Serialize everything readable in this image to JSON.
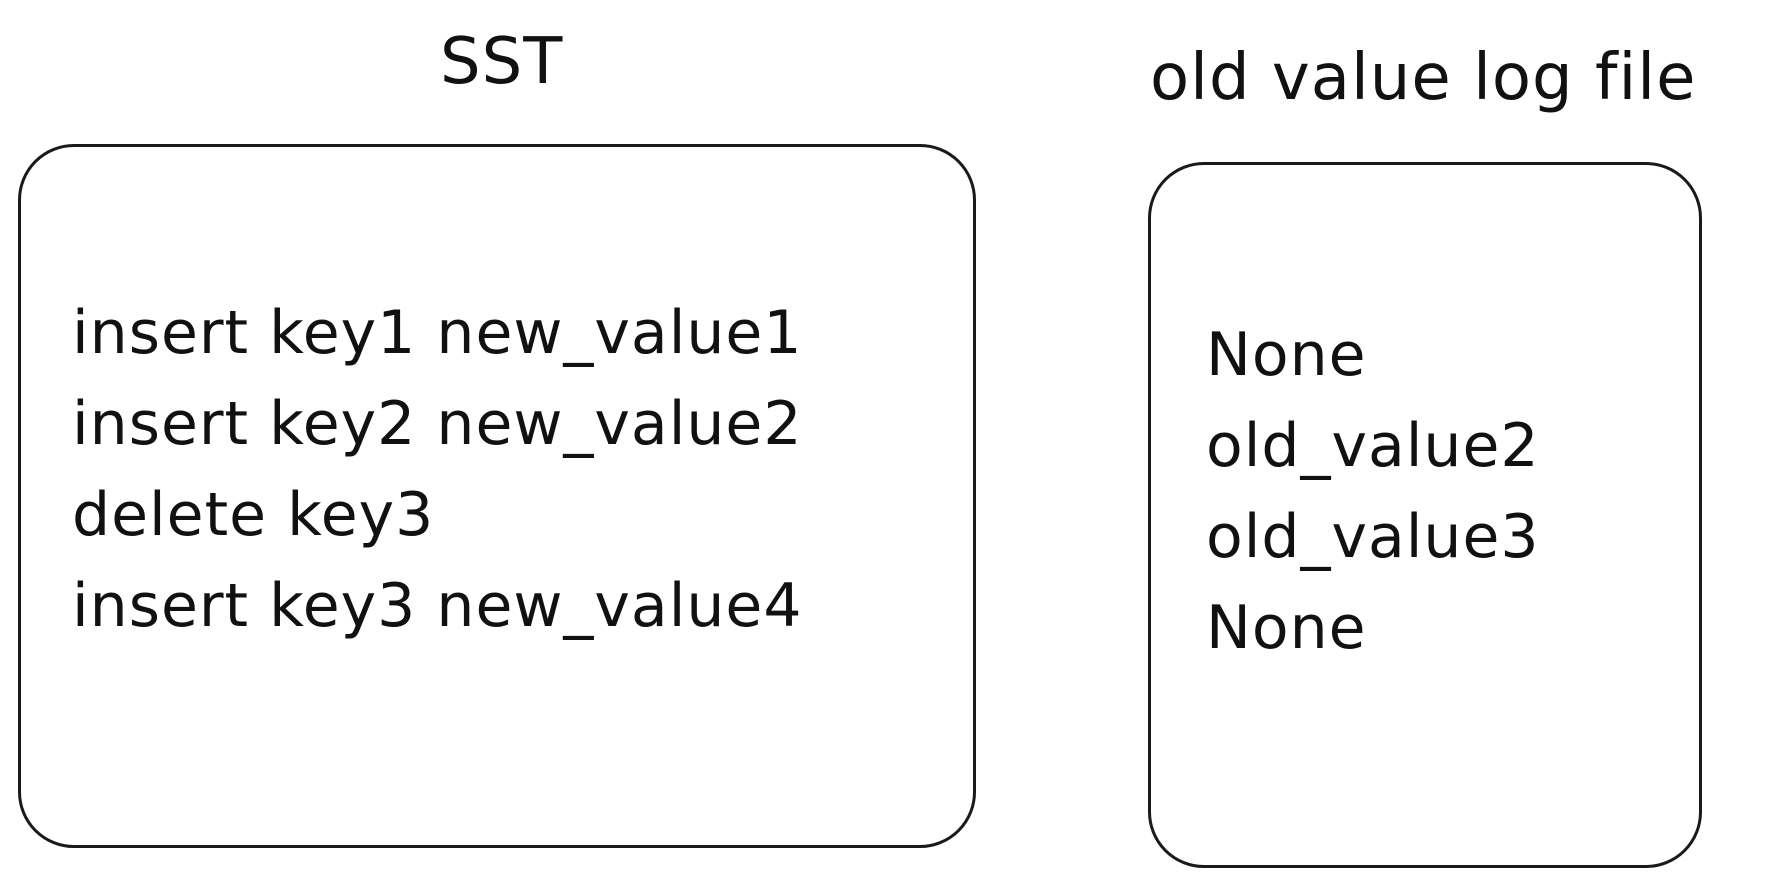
{
  "sst": {
    "title": "SST",
    "lines": [
      "insert key1 new_value1",
      "insert key2 new_value2",
      "delete key3",
      "insert key3 new_value4"
    ]
  },
  "old_value_log": {
    "title": "old value log file",
    "lines": [
      "None",
      "old_value2",
      "old_value3",
      "None"
    ]
  }
}
